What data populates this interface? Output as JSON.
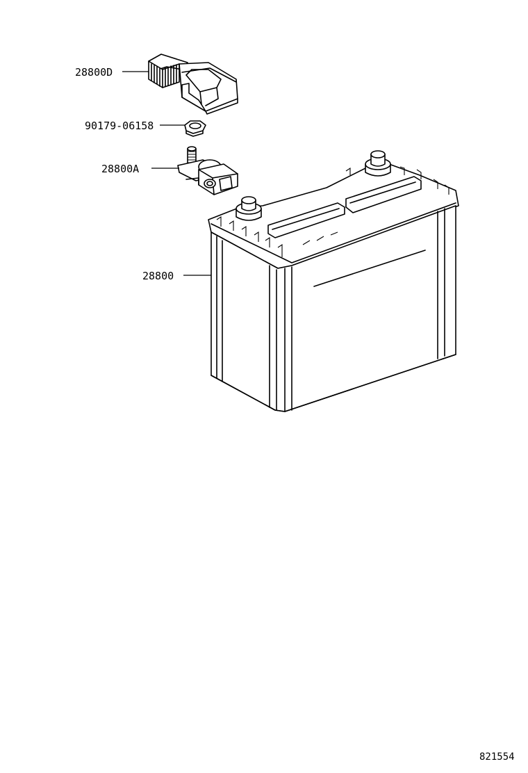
{
  "parts": [
    {
      "id": "label-28800D",
      "number": "28800D",
      "depicts": "terminal-cover"
    },
    {
      "id": "label-90179-06158",
      "number": "90179-06158",
      "depicts": "nut"
    },
    {
      "id": "label-28800A",
      "number": "28800A",
      "depicts": "battery-terminal-clamp"
    },
    {
      "id": "label-28800",
      "number": "28800",
      "depicts": "battery"
    }
  ],
  "diagram_ref": "821554"
}
